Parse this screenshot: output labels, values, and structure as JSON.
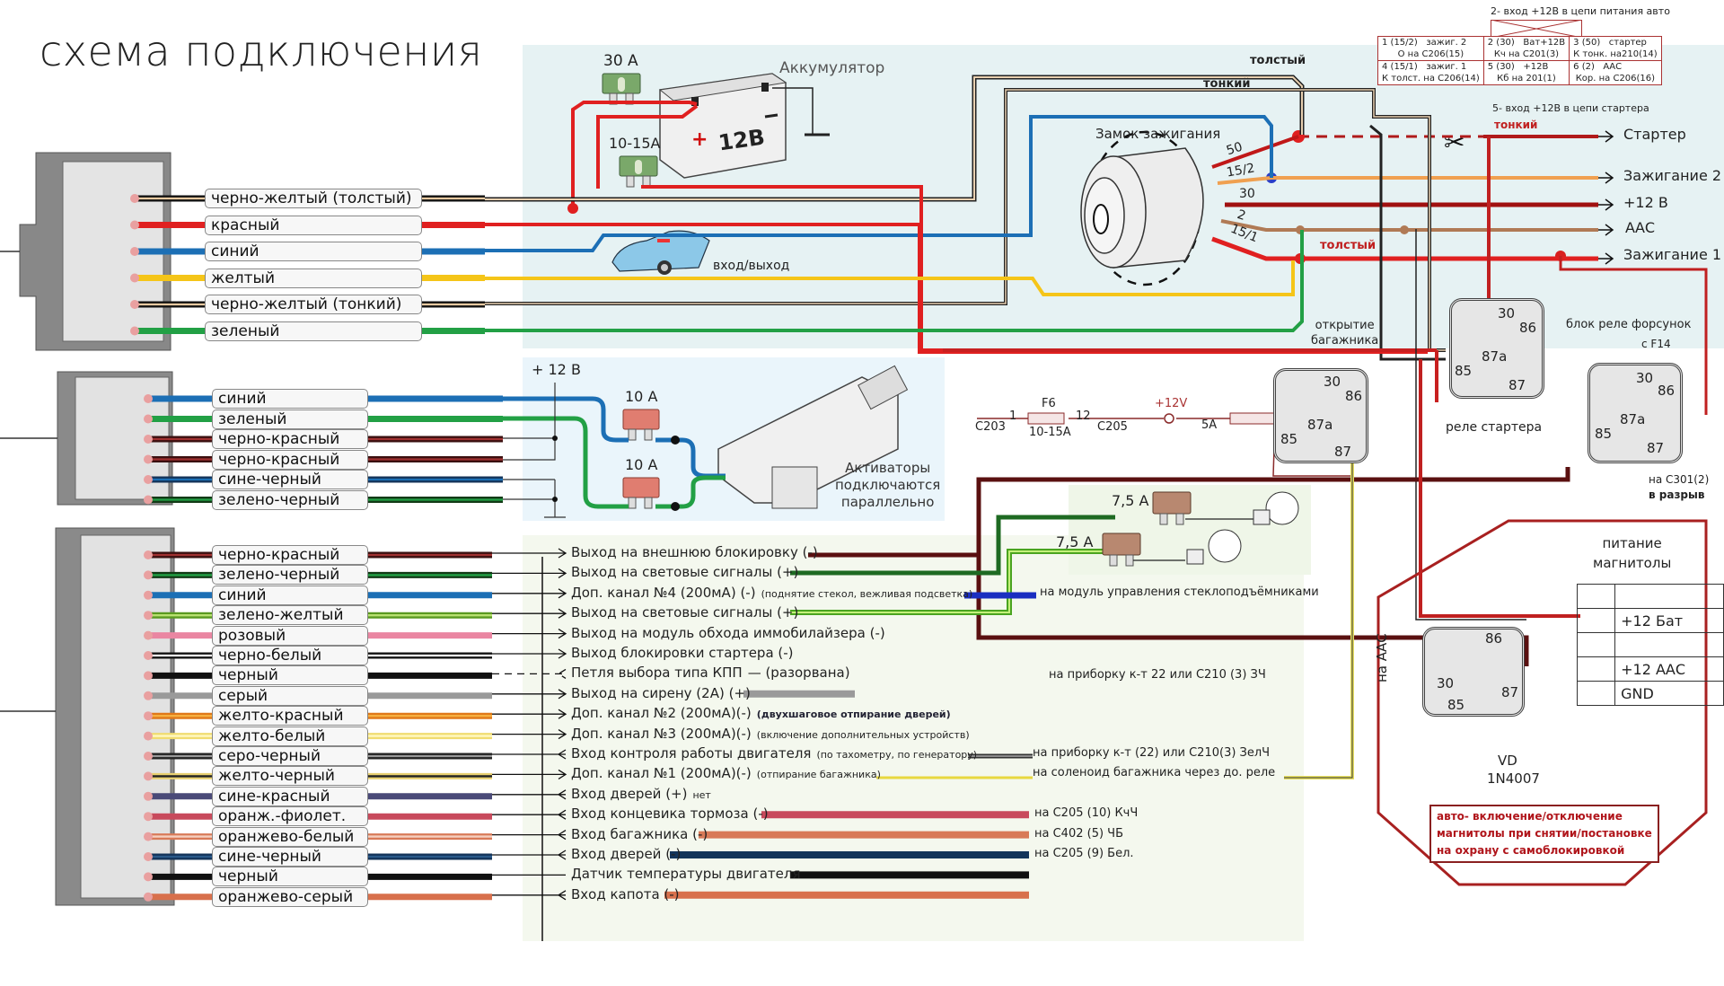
{
  "title": "схема подключения",
  "connector1": {
    "wires": [
      {
        "label": "черно-желтый (толстый)",
        "color": "#111111",
        "stripe": "#e8c9a0"
      },
      {
        "label": "красный",
        "color": "#e02020",
        "stripe": null
      },
      {
        "label": "синий",
        "color": "#1c6fb5",
        "stripe": null
      },
      {
        "label": "желтый",
        "color": "#f5c518",
        "stripe": null
      },
      {
        "label": "черно-желтый (тонкий)",
        "color": "#111111",
        "stripe": "#e8c9a0"
      },
      {
        "label": "зеленый",
        "color": "#22a045",
        "stripe": null
      }
    ]
  },
  "connector2": {
    "wires": [
      {
        "label": "синий",
        "color": "#1c6fb5",
        "stripe": null
      },
      {
        "label": "зеленый",
        "color": "#22a045",
        "stripe": null
      },
      {
        "label": "черно-красный",
        "color": "#3a1010",
        "stripe": "#a03030"
      },
      {
        "label": "черно-красный",
        "color": "#3a1010",
        "stripe": "#a03030"
      },
      {
        "label": "сине-черный",
        "color": "#14345a",
        "stripe": "#1c6fb5"
      },
      {
        "label": "зелено-черный",
        "color": "#123a16",
        "stripe": "#22a045"
      }
    ]
  },
  "connector3": {
    "wires": [
      {
        "label": "черно-красный",
        "color": "#3a1010",
        "stripe": "#a03030"
      },
      {
        "label": "зелено-черный",
        "color": "#123a16",
        "stripe": "#22a045"
      },
      {
        "label": "синий",
        "color": "#1c6fb5",
        "stripe": null
      },
      {
        "label": "зелено-желтый",
        "color": "#5a9a20",
        "stripe": "#b8e070"
      },
      {
        "label": "розовый",
        "color": "#ea86a2",
        "stripe": null
      },
      {
        "label": "черно-белый",
        "color": "#111111",
        "stripe": "#ffffff"
      },
      {
        "label": "черный",
        "color": "#111111",
        "stripe": null
      },
      {
        "label": "серый",
        "color": "#9a9a9a",
        "stripe": null
      },
      {
        "label": "желто-красный",
        "color": "#e07818",
        "stripe": "#f5b040"
      },
      {
        "label": "желто-белый",
        "color": "#f0dc70",
        "stripe": "#fff8c0"
      },
      {
        "label": "серо-черный",
        "color": "#222222",
        "stripe": "#999999"
      },
      {
        "label": "желто-черный",
        "color": "#e8d070",
        "stripe": "#222222"
      },
      {
        "label": "сине-красный",
        "color": "#4a4a78",
        "stripe": null
      },
      {
        "label": "оранж.-фиолет.",
        "color": "#c84a5c",
        "stripe": null
      },
      {
        "label": "оранжево-белый",
        "color": "#d87a58",
        "stripe": "#f5d0c0"
      },
      {
        "label": "сине-черный",
        "color": "#14345a",
        "stripe": "#2a5a8a"
      },
      {
        "label": "черный",
        "color": "#111111",
        "stripe": null
      },
      {
        "label": "оранжево-серый",
        "color": "#d8704c",
        "stripe": null
      }
    ]
  },
  "power": {
    "battery_label": "Аккумулятор",
    "battery_voltage": "12В",
    "fuse_main": "30 А",
    "fuse_secondary": "10-15А",
    "door_label": "вход/выход"
  },
  "ignition": {
    "title": "Замок зажигания",
    "thick_label": "толстый",
    "thin_label": "тонкий",
    "thick_label_2": "толстый",
    "thin_label_2": "тонкий",
    "pins": [
      "50",
      "15/2",
      "30",
      "2",
      "15/1"
    ],
    "outputs": [
      "Стартер",
      "Зажигание 2",
      "+12 В",
      "ААС",
      "Зажигание 1"
    ]
  },
  "pin_table": {
    "top_note": "2- вход +12В в цепи питания авто",
    "bottom_note": "5- вход +12В в цепи стартера",
    "rows": [
      [
        {
          "a": "1 (15/2)",
          "b": "зажиг. 2",
          "c": "О на С206(15)"
        },
        {
          "a": "2 (30)",
          "b": "Ват+12В",
          "c": "Кч на С201(3)"
        },
        {
          "a": "3 (50)",
          "b": "стартер",
          "c": "К тонк. на210(14)"
        }
      ],
      [
        {
          "a": "4 (15/1)",
          "b": "зажиг. 1",
          "c": "К толст. на С206(14)"
        },
        {
          "a": "5 (30)",
          "b": "+12В",
          "c": "Кб на 201(1)"
        },
        {
          "a": "6 (2)",
          "b": "ААС",
          "c": "Кор. на С206(16)"
        }
      ]
    ]
  },
  "actuators": {
    "plus12": "+ 12 В",
    "fuse1": "10 А",
    "fuse2": "10 А",
    "note_lines": [
      "Активаторы",
      "подключаются",
      "параллельно"
    ]
  },
  "trunk_relay": {
    "title_lines": [
      "открытие",
      "багажника"
    ],
    "c203": "С203",
    "pin1": "1",
    "f6": "F6",
    "f6_rating": "10-15А",
    "pin12": "12",
    "c205": "С205",
    "plus12v": "+12V",
    "fuse5a": "5А",
    "pins": {
      "p30": "30",
      "p86": "86",
      "p87a": "87a",
      "p85": "85",
      "p87": "87"
    }
  },
  "starter_relay": {
    "label": "реле стартера",
    "pins": {
      "p30": "30",
      "p86": "86",
      "p87a": "87a",
      "p85": "85",
      "p87": "87"
    }
  },
  "injector_relay": {
    "label": "блок реле форсунок",
    "from": "с F14",
    "to_lines": [
      "на С301(2)",
      "в разрыв"
    ],
    "pins": {
      "p30": "30",
      "p86": "86",
      "p87a": "87a",
      "p85": "85",
      "p87": "87"
    }
  },
  "lamps": {
    "fuse1": "7,5 А",
    "fuse2": "7,5 А"
  },
  "outputs": [
    {
      "dir": "out",
      "label": "Выход на  внешнюю блокировку (-)",
      "note": "",
      "dest": ""
    },
    {
      "dir": "out",
      "label": "Выход на световые сигналы (+)",
      "note": "",
      "dest": ""
    },
    {
      "dir": "out",
      "label": "Доп. канал №4 (200мА) (-)",
      "note": "(поднятие стекол, вежливая подсветка)",
      "dest": "на модуль управления стеклоподъёмниками"
    },
    {
      "dir": "out",
      "label": "Выход на световые сигналы (+)",
      "note": "",
      "dest": ""
    },
    {
      "dir": "out",
      "label": "Выход на модуль обхода иммобилайзера (-)",
      "note": "",
      "dest": ""
    },
    {
      "dir": "out",
      "label": "Выход блокировки стартера (-)",
      "note": "",
      "dest": ""
    },
    {
      "dir": "in",
      "label": "Петля выбора типа КПП",
      "note": "— (разорвана)",
      "dest": ""
    },
    {
      "dir": "out",
      "label": "Выход на сирену (2А) (+)",
      "note": "",
      "dest": ""
    },
    {
      "dir": "out",
      "label": "Доп. канал №2 (200мА)(-)",
      "note": "(двухшаговое отпирание дверей)",
      "dest": ""
    },
    {
      "dir": "out",
      "label": "Доп. канал №3 (200мА)(-)",
      "note": "(включение дополнительных устройств)",
      "dest": ""
    },
    {
      "dir": "in",
      "label": "Вход контроля работы двигателя",
      "note": "(по тахометру, по генератору)",
      "dest": "на приборку к-т (22) или С210(3) ЗелЧ"
    },
    {
      "dir": "out",
      "label": "Доп. канал №1 (200мА)(-)",
      "note": "(отпирание багажника)",
      "dest": "на соленоид багажника через до. реле"
    },
    {
      "dir": "in",
      "label": "Вход дверей (+)",
      "note": "нет",
      "dest": ""
    },
    {
      "dir": "in",
      "label": "Вход концевика тормоза (-)",
      "note": "",
      "dest": "на  С205 (10) КчЧ"
    },
    {
      "dir": "in",
      "label": "Вход багажника (-)",
      "note": "",
      "dest": "на С402 (5) ЧБ"
    },
    {
      "dir": "in",
      "label": "Вход дверей (-)",
      "note": "",
      "dest": "на С205 (9) Бел."
    },
    {
      "dir": "none",
      "label": "Датчик температуры двигателя",
      "note": "",
      "dest": ""
    },
    {
      "dir": "in",
      "label": "Вход капота (-)",
      "note": "",
      "dest": ""
    }
  ],
  "floating_note": "на приборку  к-т 22 или С210 (3) ЗЧ",
  "radio": {
    "title_lines": [
      "питание",
      "магнитолы"
    ],
    "rows": [
      "",
      "+12 Бат",
      "",
      "+12 ААС",
      "GND"
    ],
    "aac_label": "на ААС",
    "diode_label": "VD",
    "diode_part": "1N4007",
    "relay_pins": {
      "p86": "86",
      "p30": "30",
      "p85": "85",
      "p87": "87"
    },
    "note_lines": [
      "авто- включение/отключение",
      "магнитолы при снятии/постановке",
      "на охрану с самоблокировкой"
    ]
  }
}
